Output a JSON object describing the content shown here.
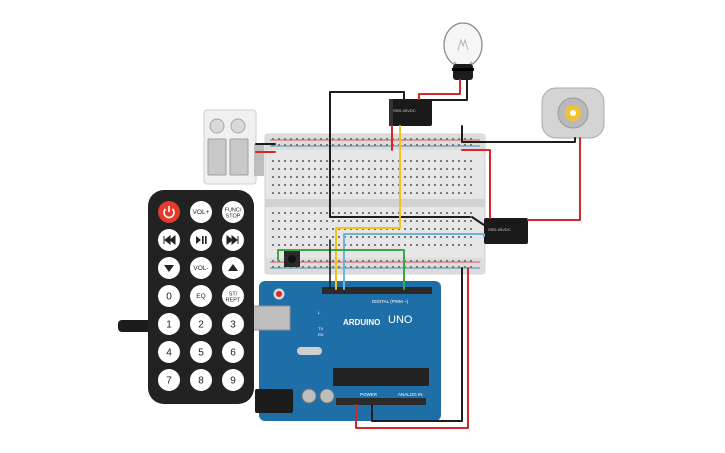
{
  "remote": {
    "buttons": [
      {
        "id": "power",
        "label": "",
        "icon": "power-icon"
      },
      {
        "id": "vol-up",
        "label": "VOL+"
      },
      {
        "id": "func-stop",
        "label": "FUNC/\nSTOP"
      },
      {
        "id": "prev",
        "label": "",
        "icon": "skip-back-icon"
      },
      {
        "id": "play-pause",
        "label": "",
        "icon": "play-pause-icon"
      },
      {
        "id": "next",
        "label": "",
        "icon": "skip-forward-icon"
      },
      {
        "id": "down",
        "label": "",
        "icon": "triangle-down-icon"
      },
      {
        "id": "vol-down",
        "label": "VOL-"
      },
      {
        "id": "up",
        "label": "",
        "icon": "triangle-up-icon"
      },
      {
        "id": "zero",
        "label": "0"
      },
      {
        "id": "eq",
        "label": "EQ"
      },
      {
        "id": "st-rept",
        "label": "ST/\nREPT"
      },
      {
        "id": "one",
        "label": "1"
      },
      {
        "id": "two",
        "label": "2"
      },
      {
        "id": "three",
        "label": "3"
      },
      {
        "id": "four",
        "label": "4"
      },
      {
        "id": "five",
        "label": "5"
      },
      {
        "id": "six",
        "label": "6"
      },
      {
        "id": "seven",
        "label": "7"
      },
      {
        "id": "eight",
        "label": "8"
      },
      {
        "id": "nine",
        "label": "9"
      }
    ]
  },
  "arduino": {
    "logo_text": "ARDUINO",
    "model": "UNO",
    "digital_label": "DIGITAL (PWM ~)",
    "power_label": "POWER",
    "analog_label": "ANALOG IN",
    "tx_label": "TX",
    "rx_label": "RX",
    "l_label": "L"
  },
  "relay_label": "SRD-05VDC",
  "colors": {
    "arduino_blue": "#1e6fa8",
    "breadboard": "#e6e6e6",
    "remote_body": "#222222",
    "power_button": "#e53b2c",
    "wire_red": "#d8262a",
    "wire_black": "#1d1d1d",
    "wire_yellow": "#f0c419",
    "wire_green": "#3aa845",
    "wire_blue": "#6fb4d8",
    "relay": "#1a1a1a"
  }
}
